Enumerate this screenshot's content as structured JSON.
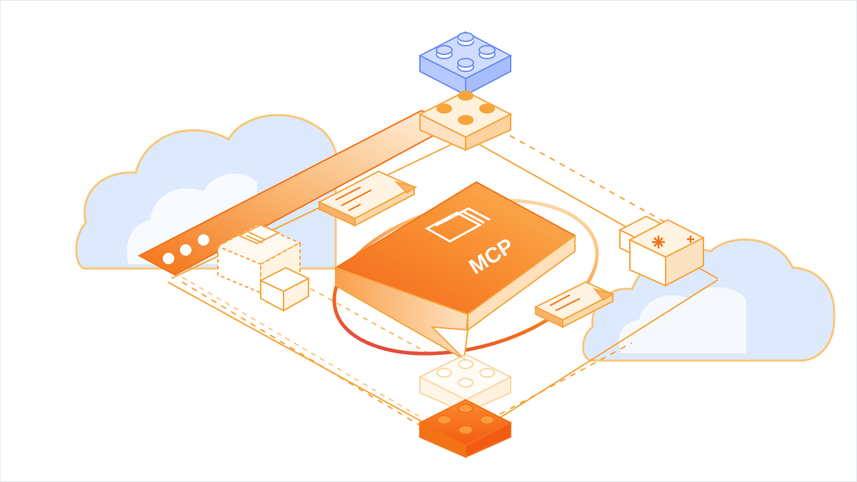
{
  "illustration": {
    "center_label": "MCP",
    "colors": {
      "orange": "#f6a53c",
      "orange_dark": "#f47216",
      "orange_light": "#ffe9c9",
      "blue": "#6d8ef5",
      "blue_light": "#cfdcff",
      "cloud_fill": "#dde9fc",
      "cloud_stroke": "#f8c77c",
      "ring_red": "#d8305a"
    },
    "icons": [
      "lego-brick-blue",
      "lego-brick-orange",
      "browser-window",
      "speech-bubble",
      "mcp-logo",
      "package-box",
      "cloud"
    ]
  }
}
